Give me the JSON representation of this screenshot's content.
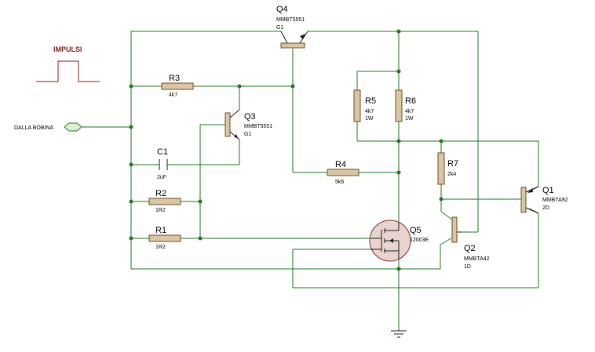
{
  "signal": {
    "impulse_label": "IMPULSI",
    "input_label": "DALLA BOBINA"
  },
  "components": {
    "R1": {
      "ref": "R1",
      "value": "1R2"
    },
    "R2": {
      "ref": "R2",
      "value": "1R2"
    },
    "R3": {
      "ref": "R3",
      "value": "4k7"
    },
    "R4": {
      "ref": "R4",
      "value": "5k6"
    },
    "R5": {
      "ref": "R5",
      "value": "4k7",
      "power": "1W"
    },
    "R6": {
      "ref": "R6",
      "value": "4k7",
      "power": "1W"
    },
    "R7": {
      "ref": "R7",
      "value": "2k4"
    },
    "C1": {
      "ref": "C1",
      "value": "2uF"
    },
    "Q1": {
      "ref": "Q1",
      "part": "MMBTA92",
      "code": "2D"
    },
    "Q2": {
      "ref": "Q2",
      "part": "MMBTA42",
      "code": "1D"
    },
    "Q3": {
      "ref": "Q3",
      "part": "MMBT5551",
      "code": "G1"
    },
    "Q4": {
      "ref": "Q4",
      "part": "MMBT5551",
      "code": "G1"
    },
    "Q5": {
      "ref": "Q5",
      "part": "12003E"
    }
  },
  "colors": {
    "wire": "#1a7a1a",
    "resistor": "#d9c7a1",
    "label_red": "#8b1a1a"
  }
}
